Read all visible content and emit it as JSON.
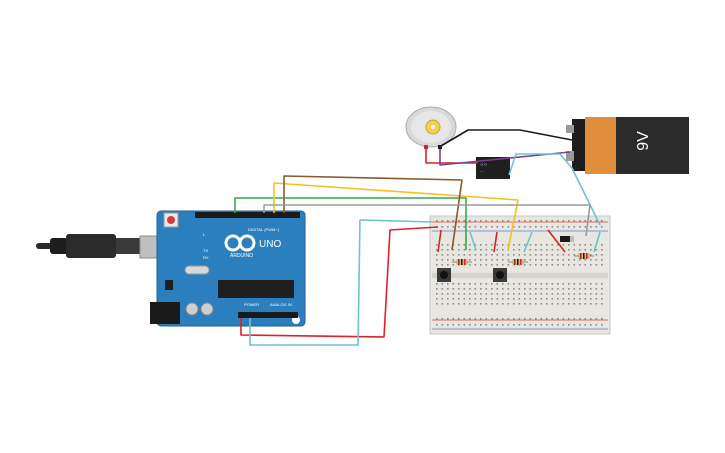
{
  "arduino": {
    "brand": "UNO",
    "sub_brand": "ARDUINO",
    "digital_label": "DIGITAL (PWM~)",
    "analog_label": "ANALOG IN",
    "power_label": "POWER",
    "l_label": "L",
    "tx_label": "TX",
    "rx_label": "RX"
  },
  "battery": {
    "voltage_label": "9V"
  },
  "relay": {
    "text_line1": "ㅇㅇ",
    "text_line2": "···"
  },
  "colors": {
    "board": "#2c7fbf",
    "breadboard": "#e8e6e1",
    "battery_body": "#2b2b2b",
    "battery_cap": "#e08e3c",
    "wire_red": "#d9232a",
    "wire_green": "#3aa64a",
    "wire_yellow": "#f2c31a",
    "wire_brown": "#8a5a2b",
    "wire_cyan": "#6fc3d0",
    "wire_gray": "#9a9a9a",
    "wire_purple": "#7b3f9c",
    "wire_black": "#1a1a1a"
  }
}
